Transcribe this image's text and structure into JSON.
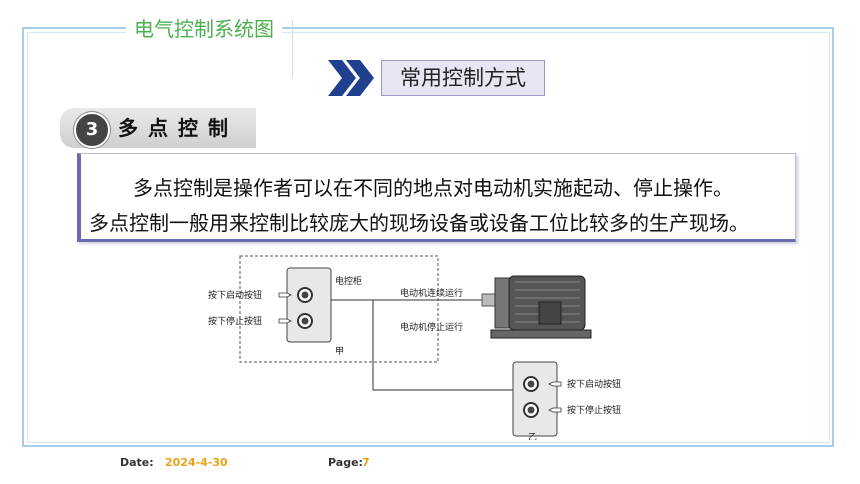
{
  "header": {
    "section_title": "电气控制系统图"
  },
  "method": {
    "label": "常用控制方式"
  },
  "section": {
    "number": "3",
    "title": "多点控制"
  },
  "body": {
    "line1": "多点控制是操作者可以在不同的地点对电动机实施起动、停止操作。",
    "line2": "多点控制一般用来控制比较庞大的现场设备或设备工位比较多的生产现场。"
  },
  "diagram": {
    "cabinet_label": "电控柜",
    "start_label_a": "按下启动按钮",
    "stop_label_a": "按下停止按钮",
    "motor_run": "电动机连续运行",
    "motor_stop": "电动机停止运行",
    "site_a": "甲",
    "start_label_b": "按下启动按钮",
    "stop_label_b": "按下停止按钮",
    "site_b": "乙"
  },
  "footer": {
    "date_label": "Date:",
    "date_value": "2024-4-30",
    "page_label": "Page:",
    "page_value": "7"
  },
  "colors": {
    "accent_green": "#4caf50",
    "frame_blue": "#a9cde8",
    "chevron_blue": "#1f3f8f",
    "footer_orange": "#e8a317"
  }
}
